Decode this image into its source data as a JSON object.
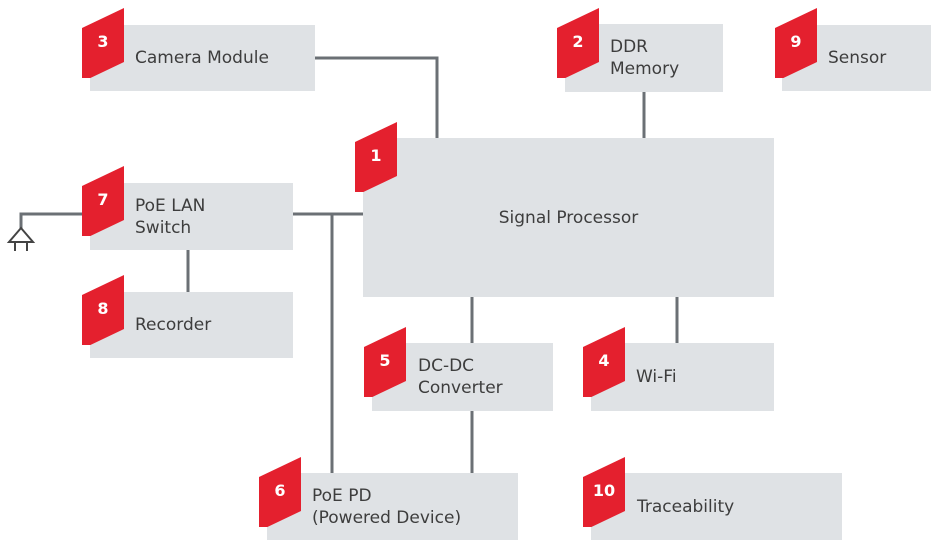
{
  "colors": {
    "box": "#dfe2e5",
    "badge": "#e4202e",
    "line": "#6b7075",
    "text": "#3d3d3d"
  },
  "nodes": {
    "camera": {
      "num": "3",
      "label": "Camera Module"
    },
    "ddr": {
      "num": "2",
      "label": "DDR\nMemory"
    },
    "sensor": {
      "num": "9",
      "label": "Sensor"
    },
    "processor": {
      "num": "1",
      "label": "Signal Processor"
    },
    "poe_switch": {
      "num": "7",
      "label": "PoE LAN\nSwitch"
    },
    "recorder": {
      "num": "8",
      "label": "Recorder"
    },
    "dcdc": {
      "num": "5",
      "label": "DC-DC\nConverter"
    },
    "wifi": {
      "num": "4",
      "label": "Wi-Fi"
    },
    "poe_pd": {
      "num": "6",
      "label": "PoE PD\n(Powered Device)"
    },
    "traceability": {
      "num": "10",
      "label": "Traceability"
    }
  },
  "icons": {
    "power": "power-plug-icon"
  }
}
